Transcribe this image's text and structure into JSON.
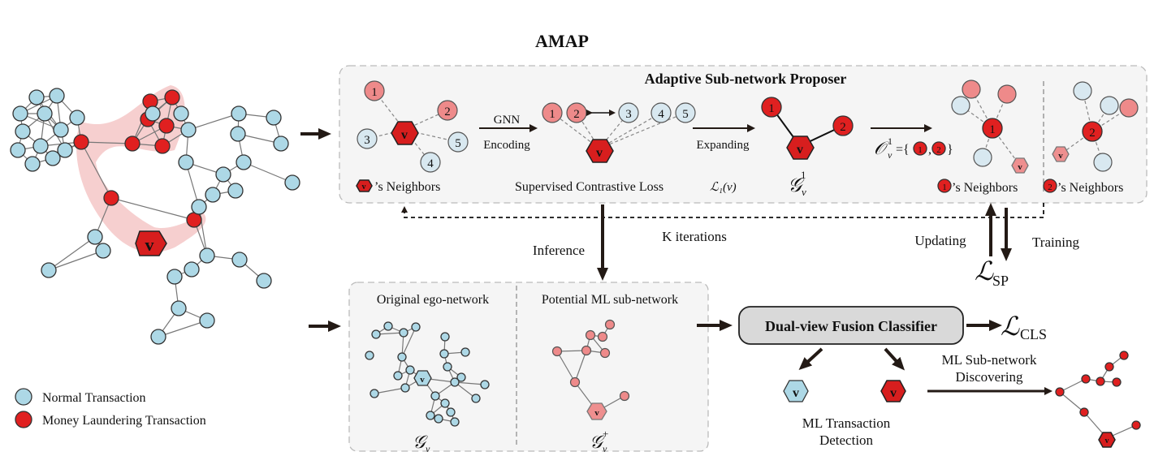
{
  "title": "AMAP",
  "proposer": {
    "title": "Adaptive Sub-network Proposer",
    "gnn": "GNN",
    "encoding": "Encoding",
    "expanding": "Expanding",
    "hex_letter": "v",
    "neighbors_suffix": "’s Neighbors",
    "loss_text": "Supervised Contrastive Loss",
    "loss_symbol": "ℒ₁(v)",
    "g_symbol": "𝒢",
    "g_sup": "1",
    "g_sub": "v",
    "o_symbol": "𝒪",
    "o_sup": "1",
    "o_sub": "v",
    "o_eq": "={",
    "o_comma": ",",
    "o_close": "}",
    "node_labels": [
      "1",
      "2",
      "3",
      "4",
      "5"
    ]
  },
  "k_iterations": "K iterations",
  "inference": "Inference",
  "updating": "Updating",
  "training": "Training",
  "loss_sp_main": "ℒ",
  "loss_sp_sub": "SP",
  "loss_cls_main": "ℒ",
  "loss_cls_sub": "CLS",
  "ego_panel": {
    "left_title": "Original ego-network",
    "right_title": "Potential ML sub-network",
    "g_symbol": "𝒢",
    "g_sub": "v",
    "gp_sup": "+"
  },
  "classifier_label": "Dual-view Fusion Classifier",
  "detection_label": [
    "ML Transaction",
    "Detection"
  ],
  "discovering_label": [
    "ML Sub-network",
    "Discovering"
  ],
  "legend": {
    "normal": "Normal Transaction",
    "ml": "Money Laundering Transaction"
  },
  "colors": {
    "normal_node": "#add8e6",
    "ml_node": "#e02020",
    "highlight": "#f6cfcf",
    "light_red": "#ee8a8a",
    "classifier_bg": "#d9d9d9"
  }
}
